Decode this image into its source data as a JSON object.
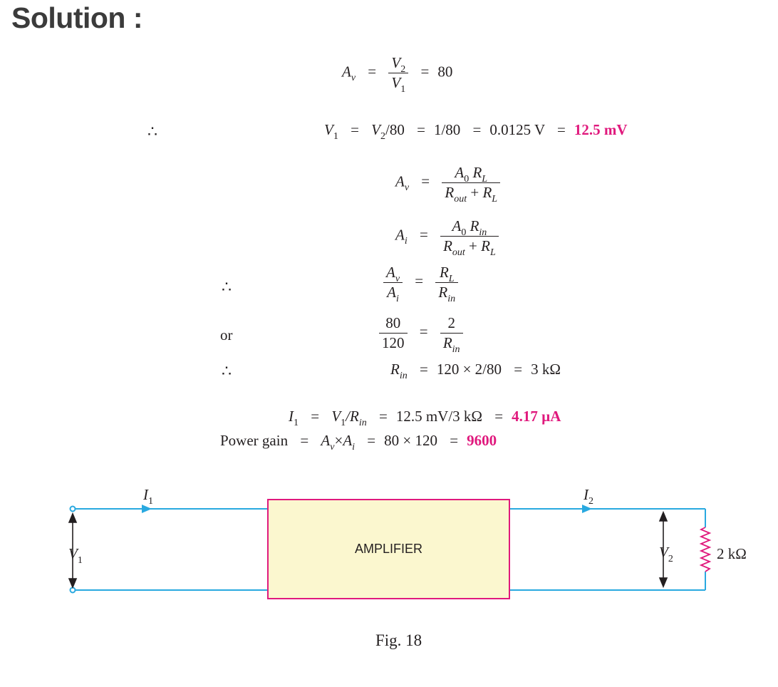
{
  "heading": "Solution :",
  "symbols": {
    "therefore": "∴"
  },
  "eq1": {
    "lhs": "A",
    "lhs_sub": "v",
    "num": "V",
    "num_sub": "2",
    "den": "V",
    "den_sub": "1",
    "rhs": "80"
  },
  "eq2": {
    "lhs": "V",
    "lhs_sub": "1",
    "t1": "V",
    "t1_sub": "2",
    "t1_tail": "/80",
    "t2": "1/80",
    "t3": "0.0125 V",
    "result": "12.5 mV"
  },
  "eq3": {
    "lhs": "A",
    "lhs_sub": "v",
    "num": "A",
    "num_sub": "0",
    "num2": "R",
    "num2_sub": "L",
    "den1": "R",
    "den1_sub": "out",
    "den_plus": " + ",
    "den2": "R",
    "den2_sub": "L"
  },
  "eq4": {
    "lhs": "A",
    "lhs_sub": "i",
    "num": "A",
    "num_sub": "0",
    "num2": "R",
    "num2_sub": "in",
    "den1": "R",
    "den1_sub": "out",
    "den_plus": " + ",
    "den2": "R",
    "den2_sub": "L"
  },
  "eq5": {
    "lnum": "A",
    "lnum_sub": "v",
    "lden": "A",
    "lden_sub": "i",
    "rnum": "R",
    "rnum_sub": "L",
    "rden": "R",
    "rden_sub": "in"
  },
  "eq6": {
    "prefix": "or",
    "lnum": "80",
    "lden": "120",
    "rnum": "2",
    "rden": "R",
    "rden_sub": "in"
  },
  "eq7": {
    "lhs": "R",
    "lhs_sub": "in",
    "rhs": "120 × 2/80",
    "result": "3 kΩ"
  },
  "eq8": {
    "lhs": "I",
    "lhs_sub": "1",
    "t1": "V",
    "t1_sub": "1",
    "t1_mid": "/R",
    "t1_sub2": "in",
    "t2": "12.5 mV/3 kΩ",
    "result": "4.17 µA"
  },
  "eq9": {
    "label": "Power gain",
    "t1": "A",
    "t1_sub": "v",
    "times": "×",
    "t2": "A",
    "t2_sub": "i",
    "t3": "80 × 120",
    "result": "9600"
  },
  "equals": "=",
  "circuit": {
    "amplifier_label": "AMPLIFIER",
    "input_current": "I",
    "input_current_sub": "1",
    "output_current": "I",
    "output_current_sub": "2",
    "input_voltage": "V",
    "input_voltage_sub": "1",
    "output_voltage": "V",
    "output_voltage_sub": "2",
    "load": "2 kΩ",
    "wire_color": "#29a9e0",
    "resistor_color": "#e0197d",
    "amplifier_fill": "#fbf7cf",
    "amplifier_border": "#e0197d"
  },
  "caption": "Fig. 18"
}
